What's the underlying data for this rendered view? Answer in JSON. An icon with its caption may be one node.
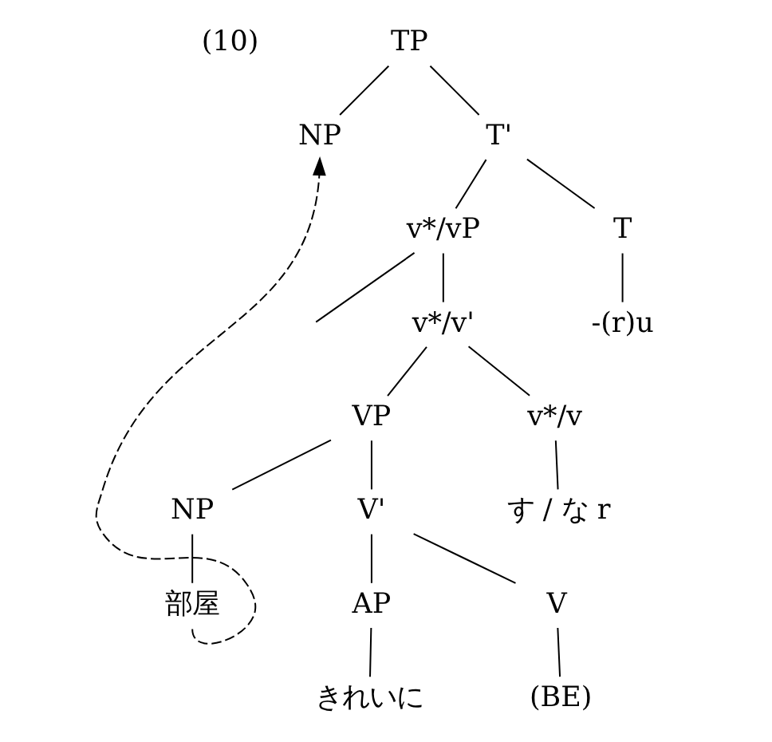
{
  "diagram": {
    "nodes": [
      {
        "text": [
          "TP"
        ]
      },
      {
        "text": [
          "NP"
        ]
      },
      {
        "text": [
          "T'"
        ]
      },
      {
        "text": [
          "v*/vP"
        ]
      },
      {
        "text": [
          "T"
        ]
      },
      {
        "text": [
          "v*/v'"
        ]
      },
      {
        "text": [
          "-(r)u"
        ]
      },
      {
        "text": [
          "VP"
        ]
      },
      {
        "text": [
          "v*/v"
        ]
      },
      {
        "text": [
          "NP"
        ]
      },
      {
        "text": [
          "V'"
        ]
      },
      {
        "text": [
          "す / な r"
        ]
      },
      {
        "text": [
          "部屋"
        ]
      },
      {
        "text": [
          "AP"
        ]
      },
      {
        "text": [
          "V"
        ]
      },
      {
        "text": [
          "きれいに"
        ]
      },
      {
        "text": [
          "(BE)"
        ]
      }
    ],
    "edges": [
      {
        "from": 0,
        "to": 1,
        "arrow": "none"
      },
      {
        "from": 0,
        "to": 2,
        "arrow": "none"
      },
      {
        "from": 2,
        "to": 3,
        "arrow": "none"
      },
      {
        "from": 2,
        "to": 4,
        "arrow": "none"
      },
      {
        "from": 3,
        "to": null,
        "arrow": "none"
      },
      {
        "from": 3,
        "to": 5,
        "arrow": "none"
      },
      {
        "from": 4,
        "to": 6,
        "arrow": "none"
      },
      {
        "from": 5,
        "to": 7,
        "arrow": "none"
      },
      {
        "from": 5,
        "to": 8,
        "arrow": "none"
      },
      {
        "from": 7,
        "to": 9,
        "arrow": "none"
      },
      {
        "from": 7,
        "to": 10,
        "arrow": "none"
      },
      {
        "from": 8,
        "to": 11,
        "arrow": "none"
      },
      {
        "from": 9,
        "to": 12,
        "arrow": "none"
      },
      {
        "from": 10,
        "to": 13,
        "arrow": "none"
      },
      {
        "from": 10,
        "to": 14,
        "arrow": "none"
      },
      {
        "from": 13,
        "to": 15,
        "arrow": "none"
      },
      {
        "from": 14,
        "to": 16,
        "arrow": "none"
      },
      {
        "from": 12,
        "to": 1,
        "arrow": "to",
        "style": "dashed"
      }
    ],
    "labels": [
      "(10)"
    ]
  }
}
